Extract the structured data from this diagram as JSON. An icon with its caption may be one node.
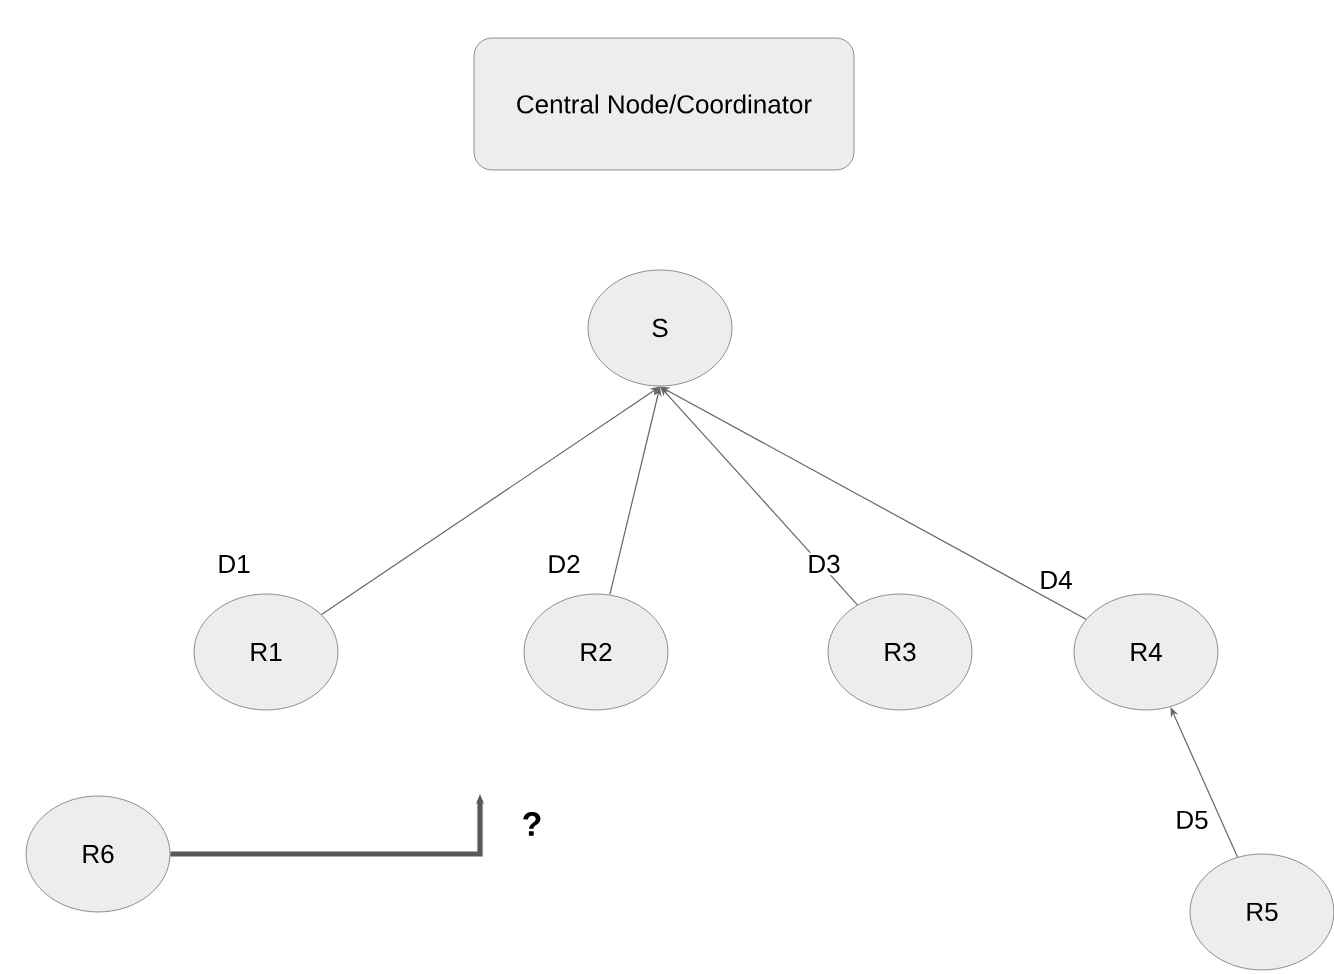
{
  "diagram": {
    "nodes": [
      {
        "text": [
          "Central Node/Coordinator"
        ]
      },
      {
        "text": [
          "S"
        ]
      },
      {
        "text": [
          "R1"
        ]
      },
      {
        "text": [
          "R2"
        ]
      },
      {
        "text": [
          "R3"
        ]
      },
      {
        "text": [
          "R4"
        ]
      },
      {
        "text": [
          "R6"
        ]
      },
      {
        "text": [
          "R5"
        ]
      }
    ],
    "edges": [
      {
        "from": 2,
        "to": 1,
        "arrow": "to",
        "label": "D1"
      },
      {
        "from": 3,
        "to": 1,
        "arrow": "to",
        "label": "D2"
      },
      {
        "from": 4,
        "to": 1,
        "arrow": "to",
        "label": "D3"
      },
      {
        "from": 5,
        "to": 1,
        "arrow": "to",
        "label": "D4"
      },
      {
        "from": 7,
        "to": 5,
        "arrow": "to",
        "label": "D5"
      },
      {
        "from": 6,
        "to": null,
        "arrow": "to",
        "label": "?",
        "style": "thick",
        "color": "#595959"
      }
    ]
  }
}
